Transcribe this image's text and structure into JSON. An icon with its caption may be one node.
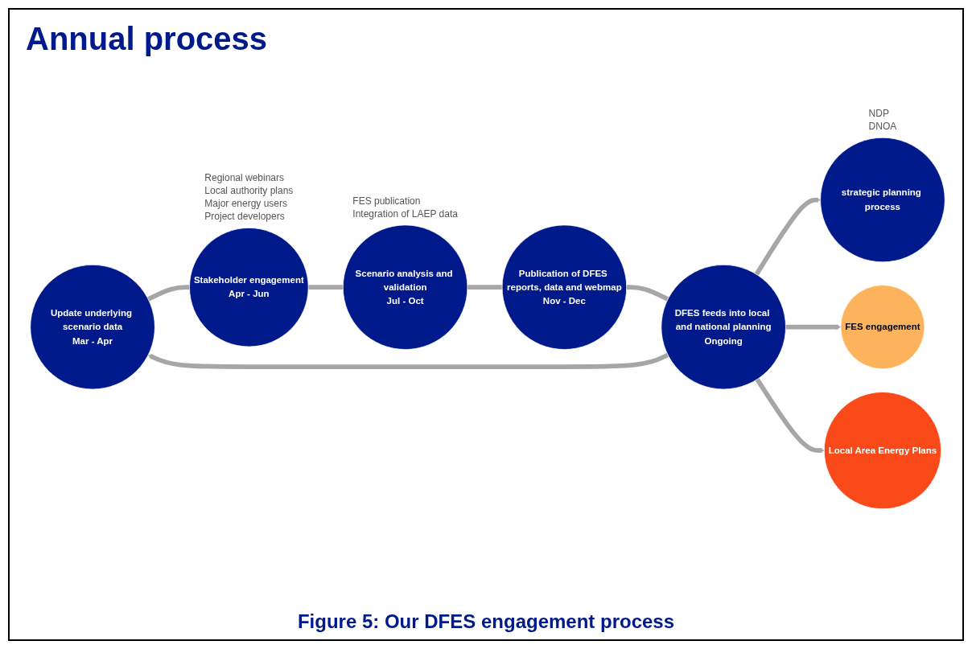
{
  "diagram": {
    "caption": "Figure 5: Our DFES engagement process",
    "nodes": [
      {
        "text": [
          "Update underlying scenario data",
          "Mar - Apr"
        ]
      },
      {
        "text": [
          "Stakeholder engagement",
          "Apr - Jun"
        ],
        "beside": [
          "Regional webinars",
          "Local authority plans",
          "Major energy users",
          "Project developers"
        ]
      },
      {
        "text": [
          "Scenario analysis and validation",
          "Jul - Oct"
        ],
        "beside": [
          "FES publication",
          "Integration of LAEP data"
        ]
      },
      {
        "text": [
          "Publication of DFES reports, data and webmap",
          "Nov - Dec"
        ]
      },
      {
        "text": [
          "DFES feeds into local and national planning",
          "Ongoing"
        ]
      },
      {
        "text": [
          "strategic planning process"
        ],
        "beside": [
          "NDP",
          "DNOA"
        ]
      },
      {
        "text": [
          "FES engagement"
        ]
      },
      {
        "text": [
          "Local Area Energy Plans"
        ]
      }
    ],
    "edges": [
      {
        "from": 4,
        "to": 0,
        "arrow": "to"
      },
      {
        "from": 0,
        "to": 1,
        "arrow": "none"
      },
      {
        "from": 1,
        "to": 2,
        "arrow": "none"
      },
      {
        "from": 2,
        "to": 3,
        "arrow": "none"
      },
      {
        "from": 3,
        "to": 4,
        "arrow": "none"
      },
      {
        "from": 4,
        "to": 5,
        "arrow": "to"
      },
      {
        "from": 4,
        "to": 6,
        "arrow": "to"
      },
      {
        "from": 4,
        "to": 7,
        "arrow": "to"
      }
    ],
    "labels": [
      "Annual process"
    ]
  }
}
